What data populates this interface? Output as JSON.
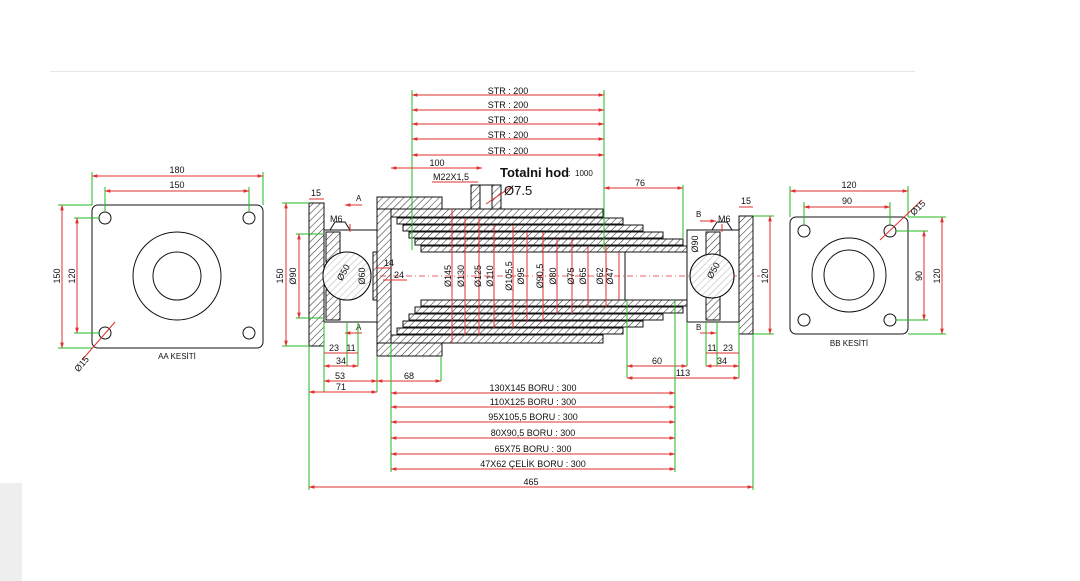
{
  "colors": {
    "dimension": "#e03030",
    "extension": "#22bb22",
    "outline": "#111111"
  },
  "stroke_labels": [
    "STR : 200",
    "STR : 200",
    "STR : 200",
    "STR : 200",
    "STR : 200"
  ],
  "total_stroke": {
    "label": "Totalni hod",
    "colon": ":",
    "value": "1000"
  },
  "port": {
    "thread": "M22X1,5",
    "hole": "Ø7.5"
  },
  "top_dims": {
    "d100": "100",
    "d76": "76",
    "d15_left": "15",
    "d15_right": "15"
  },
  "inner_diameters": [
    "Ø145",
    "Ø130",
    "Ø125",
    "Ø110",
    "Ø105,5",
    "Ø95",
    "Ø90,5",
    "Ø80",
    "Ø75",
    "Ø65",
    "Ø62",
    "Ø47"
  ],
  "left_end": {
    "m6": "M6",
    "section_mark": "A",
    "d150": "150",
    "d90": "Ø90",
    "d50": "Ø50",
    "d60": "Ø60",
    "d14": "14",
    "d24": "24",
    "d23": "23",
    "d11": "11",
    "d34": "34",
    "d53": "53",
    "d71": "71",
    "d68": "68"
  },
  "right_end": {
    "m6": "M6",
    "section_mark": "B",
    "d90": "Ø90",
    "d50": "Ø50",
    "d120": "120",
    "d11": "11",
    "d23": "23",
    "d34": "34",
    "d60": "60",
    "d113": "113"
  },
  "tubes": [
    "130X145 BORU : 300",
    "110X125 BORU : 300",
    "95X105,5 BORU : 300",
    "80X90,5 BORU : 300",
    "65X75 BORU : 300",
    "47X62 ÇELİK BORU : 300"
  ],
  "overall": "465",
  "view_aa": {
    "caption": "AA KESİTİ",
    "w180": "180",
    "w150": "150",
    "h150": "150",
    "h120": "120",
    "hole": "Ø15"
  },
  "view_bb": {
    "caption": "BB KESİTİ",
    "w120": "120",
    "w90": "90",
    "h90": "90",
    "h120": "120",
    "hole": "Ø15"
  }
}
